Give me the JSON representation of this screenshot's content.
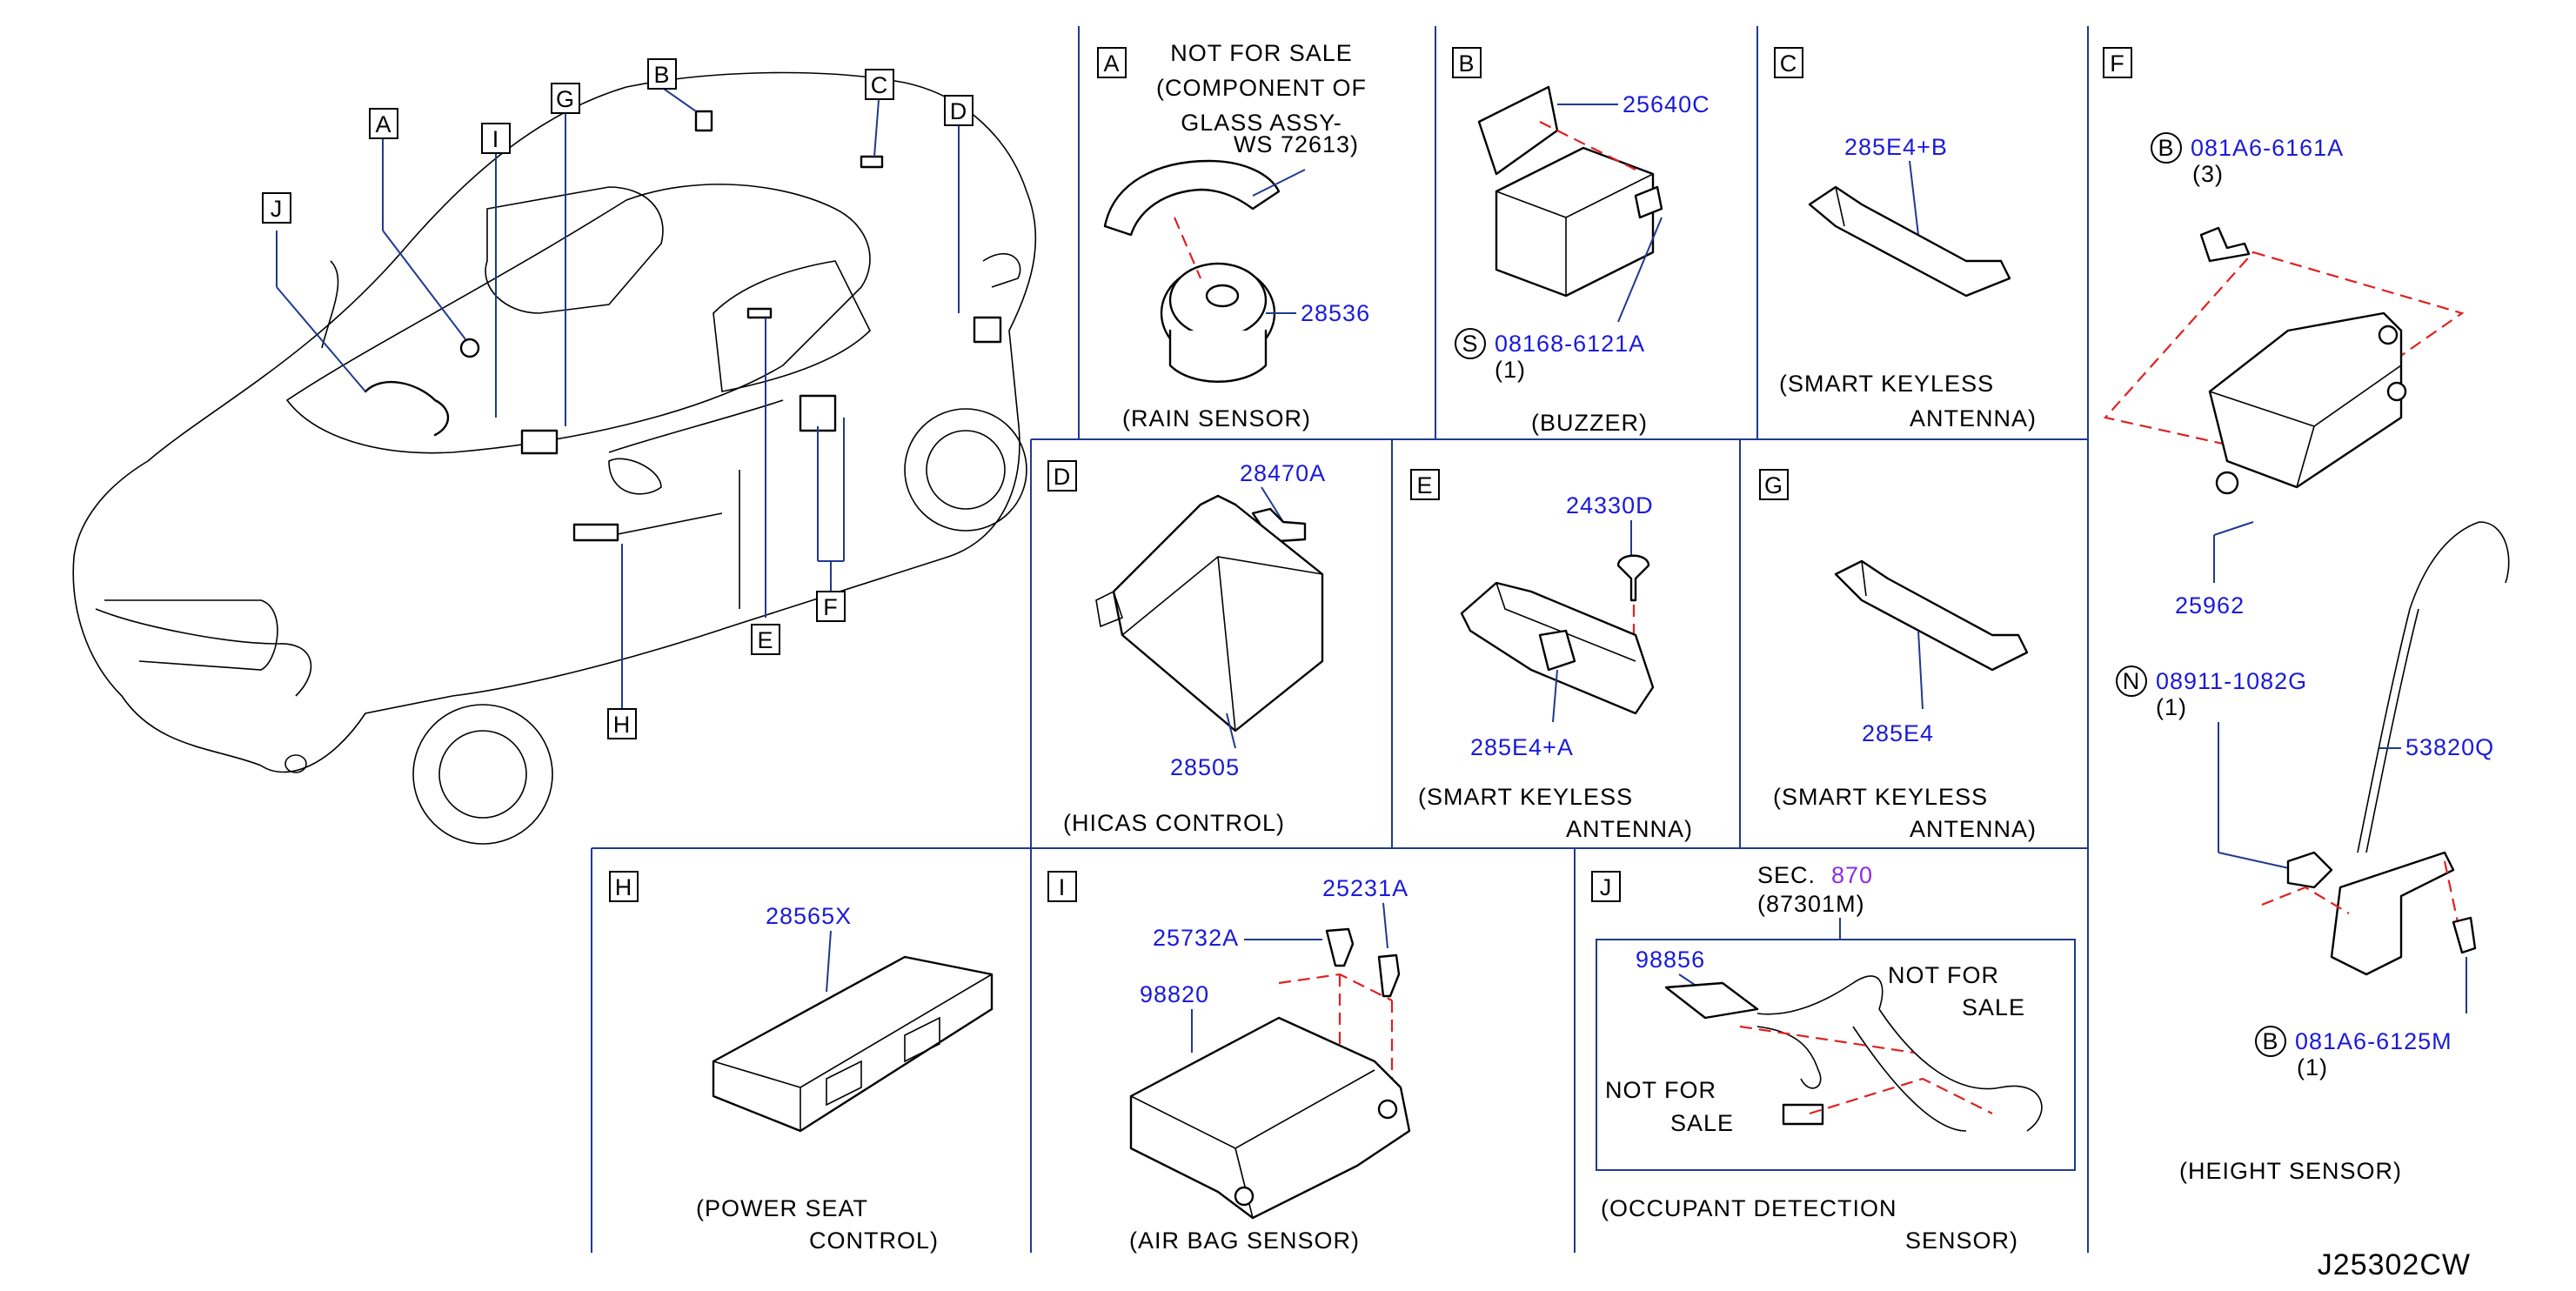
{
  "diagram_id": "J25302CW",
  "overview": {
    "callouts": {
      "A": "A",
      "B": "B",
      "C": "C",
      "D": "D",
      "E": "E",
      "F": "F",
      "G": "G",
      "H": "H",
      "I": "I",
      "J": "J"
    }
  },
  "panels": {
    "A": {
      "letter": "A",
      "note": [
        "NOT  FOR  SALE",
        "(COMPONENT  OF",
        "GLASS  ASSY-",
        "WS  72613)"
      ],
      "part": "28536",
      "title": "(RAIN   SENSOR)"
    },
    "B": {
      "letter": "B",
      "part_bracket": "25640C",
      "sym": "S",
      "part_screw": "08168-6121A",
      "qty": "(1)",
      "title": "(BUZZER)"
    },
    "C": {
      "letter": "C",
      "part": "285E4+B",
      "title_1": "(SMART    KEYLESS",
      "title_2": "ANTENNA)"
    },
    "D": {
      "letter": "D",
      "part_bolt": "28470A",
      "part": "28505",
      "title": "(HICAS    CONTROL)"
    },
    "E": {
      "letter": "E",
      "part_clip": "24330D",
      "part": "285E4+A",
      "title_1": "(SMART    KEYLESS",
      "title_2": "ANTENNA)"
    },
    "G": {
      "letter": "G",
      "part": "285E4",
      "title_1": "(SMART    KEYLESS",
      "title_2": "ANTENNA)"
    },
    "F": {
      "letter": "F",
      "sym_top": "B",
      "part_bolt_top": "081A6-6161A",
      "qty_top": "(3)",
      "part_unit": "25962",
      "sym_nut": "N",
      "part_nut": "08911-1082G",
      "qty_nut": "(1)",
      "part_sensor": "53820Q",
      "sym_bottom": "B",
      "part_bolt_bottom": "081A6-6125M",
      "qty_bottom": "(1)",
      "title": "(HEIGHT    SENSOR)"
    },
    "H": {
      "letter": "H",
      "part": "28565X",
      "title_1": "(POWER    SEAT",
      "title_2": "CONTROL)"
    },
    "I": {
      "letter": "I",
      "part_bolt_1": "25231A",
      "part_bolt_2": "25732A",
      "part": "98820",
      "title": "(AIR    BAG    SENSOR)"
    },
    "J": {
      "letter": "J",
      "sec_label": "SEC.",
      "sec_num": "870",
      "sec_sub": "(87301M)",
      "part": "98856",
      "nfs_1": "NOT    FOR",
      "nfs_1b": "SALE",
      "nfs_2": "NOT    FOR",
      "nfs_2b": "SALE",
      "title_1": "(OCCUPANT    DETECTION",
      "title_2": "SENSOR)"
    }
  },
  "colors": {
    "part_number": "#1a1adb",
    "section_number": "#8a2be2",
    "divider": "#1f3a8f",
    "dashed_leader": "#e02020"
  }
}
